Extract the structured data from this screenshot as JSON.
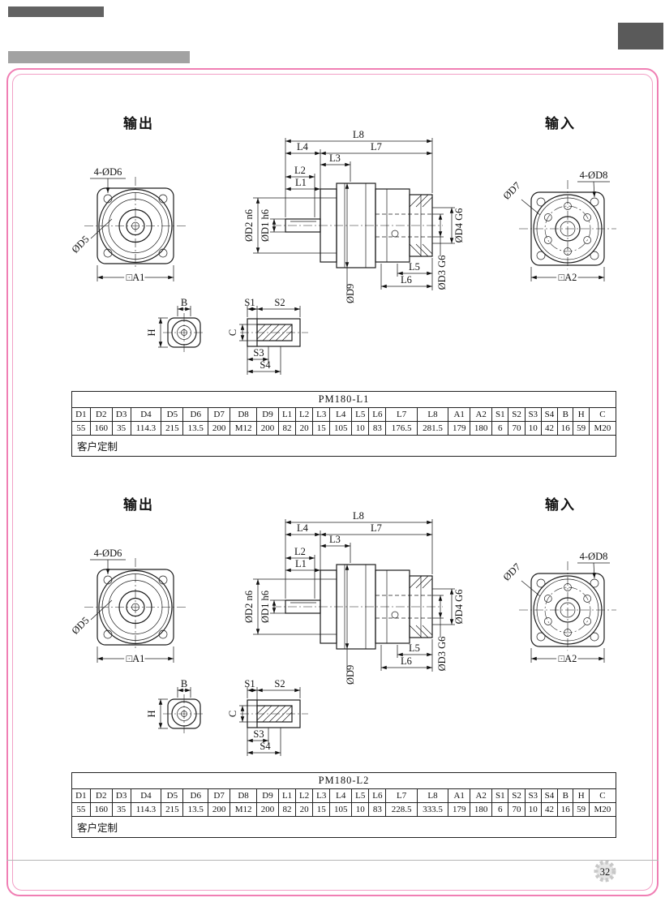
{
  "page": {
    "number": "32"
  },
  "labels": {
    "output": "输出",
    "input": "输入"
  },
  "dims": {
    "front_bolts": "4-ØD6",
    "front_dia": "ØD5",
    "front_square": "□A1",
    "l1": "L1",
    "l2": "L2",
    "l3": "L3",
    "l4": "L4",
    "l5": "L5",
    "l6": "L6",
    "l7": "L7",
    "l8": "L8",
    "d1": "ØD1 h6",
    "d2": "ØD2 n6",
    "d3": "ØD3 G6",
    "d4": "ØD4 G6",
    "d9": "ØD9",
    "rear_dia": "ØD7",
    "rear_bolts": "4-ØD8",
    "rear_square": "□A2",
    "b": "B",
    "h": "H",
    "c": "C",
    "s1": "S1",
    "s2": "S2",
    "s3": "S3",
    "s4": "S4"
  },
  "tables": [
    {
      "title": "PM180-L1",
      "headers": [
        "D1",
        "D2",
        "D3",
        "D4",
        "D5",
        "D6",
        "D7",
        "D8",
        "D9",
        "L1",
        "L2",
        "L3",
        "L4",
        "L5",
        "L6",
        "L7",
        "L8",
        "A1",
        "A2",
        "S1",
        "S2",
        "S3",
        "S4",
        "B",
        "H",
        "C"
      ],
      "values": [
        "55",
        "160",
        "35",
        "114.3",
        "215",
        "13.5",
        "200",
        "M12",
        "200",
        "82",
        "20",
        "15",
        "105",
        "10",
        "83",
        "176.5",
        "281.5",
        "179",
        "180",
        "6",
        "70",
        "10",
        "42",
        "16",
        "59",
        "M20"
      ],
      "note": "客户定制"
    },
    {
      "title": "PM180-L2",
      "headers": [
        "D1",
        "D2",
        "D3",
        "D4",
        "D5",
        "D6",
        "D7",
        "D8",
        "D9",
        "L1",
        "L2",
        "L3",
        "L4",
        "L5",
        "L6",
        "L7",
        "L8",
        "A1",
        "A2",
        "S1",
        "S2",
        "S3",
        "S4",
        "B",
        "H",
        "C"
      ],
      "values": [
        "55",
        "160",
        "35",
        "114.3",
        "215",
        "13.5",
        "200",
        "M12",
        "200",
        "82",
        "20",
        "15",
        "105",
        "10",
        "83",
        "228.5",
        "333.5",
        "179",
        "180",
        "6",
        "70",
        "10",
        "42",
        "16",
        "59",
        "M20"
      ],
      "note": "客户定制"
    }
  ]
}
